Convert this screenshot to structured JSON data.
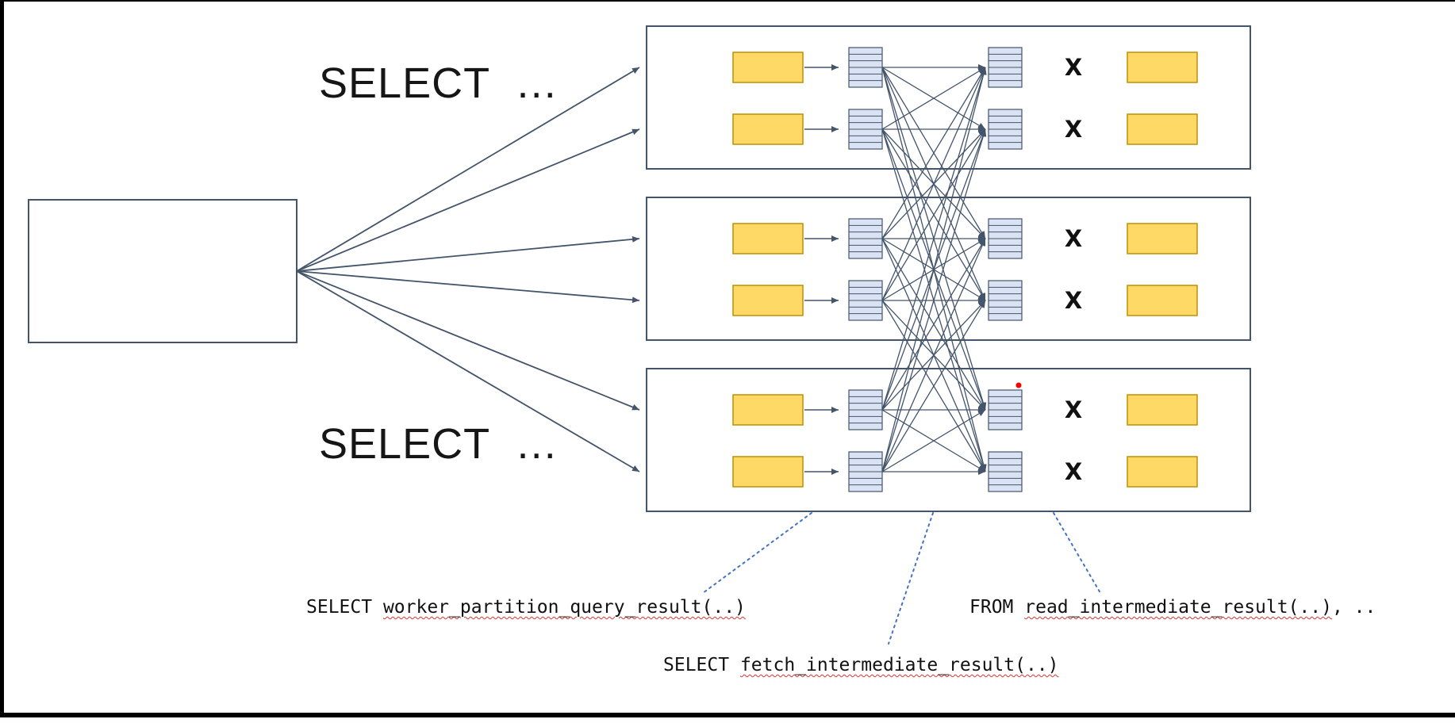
{
  "labels": {
    "select_top": "SELECT  …",
    "select_bottom": "SELECT  …",
    "x_marker": "X"
  },
  "annotations": {
    "partition": {
      "prefix": "SELECT ",
      "func": "worker_partition_query_result(..)",
      "suffix": ""
    },
    "fetch": {
      "prefix": "SELECT ",
      "func": "fetch_intermediate_result(..)",
      "suffix": ""
    },
    "read": {
      "prefix": "FROM ",
      "func": "read_intermediate_result(..)",
      "suffix": ", .."
    }
  },
  "colors": {
    "box_border": "#44546A",
    "yellow_fill": "#FFD966",
    "yellow_border": "#BF9000",
    "stripe_fill": "#DAE3F3",
    "stripe_line": "#44546A",
    "arrow": "#44546A",
    "dotted_line": "#4472C4",
    "squiggle": "#E03131",
    "red_dot": "#FF0000",
    "frame": "#000000"
  }
}
